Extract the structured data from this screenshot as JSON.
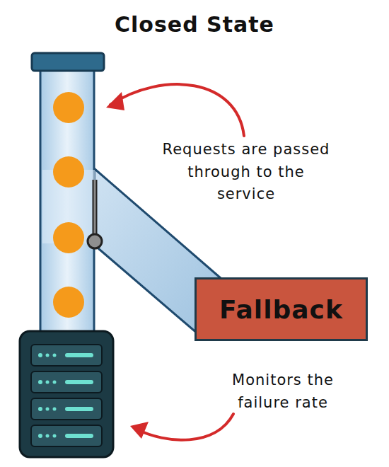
{
  "diagram": {
    "title": "Closed State",
    "nodes": [
      {
        "text": [
          "Fallback"
        ]
      }
    ],
    "labels": [
      "Requests are passed through to the service",
      "Monitors the failure rate"
    ]
  }
}
